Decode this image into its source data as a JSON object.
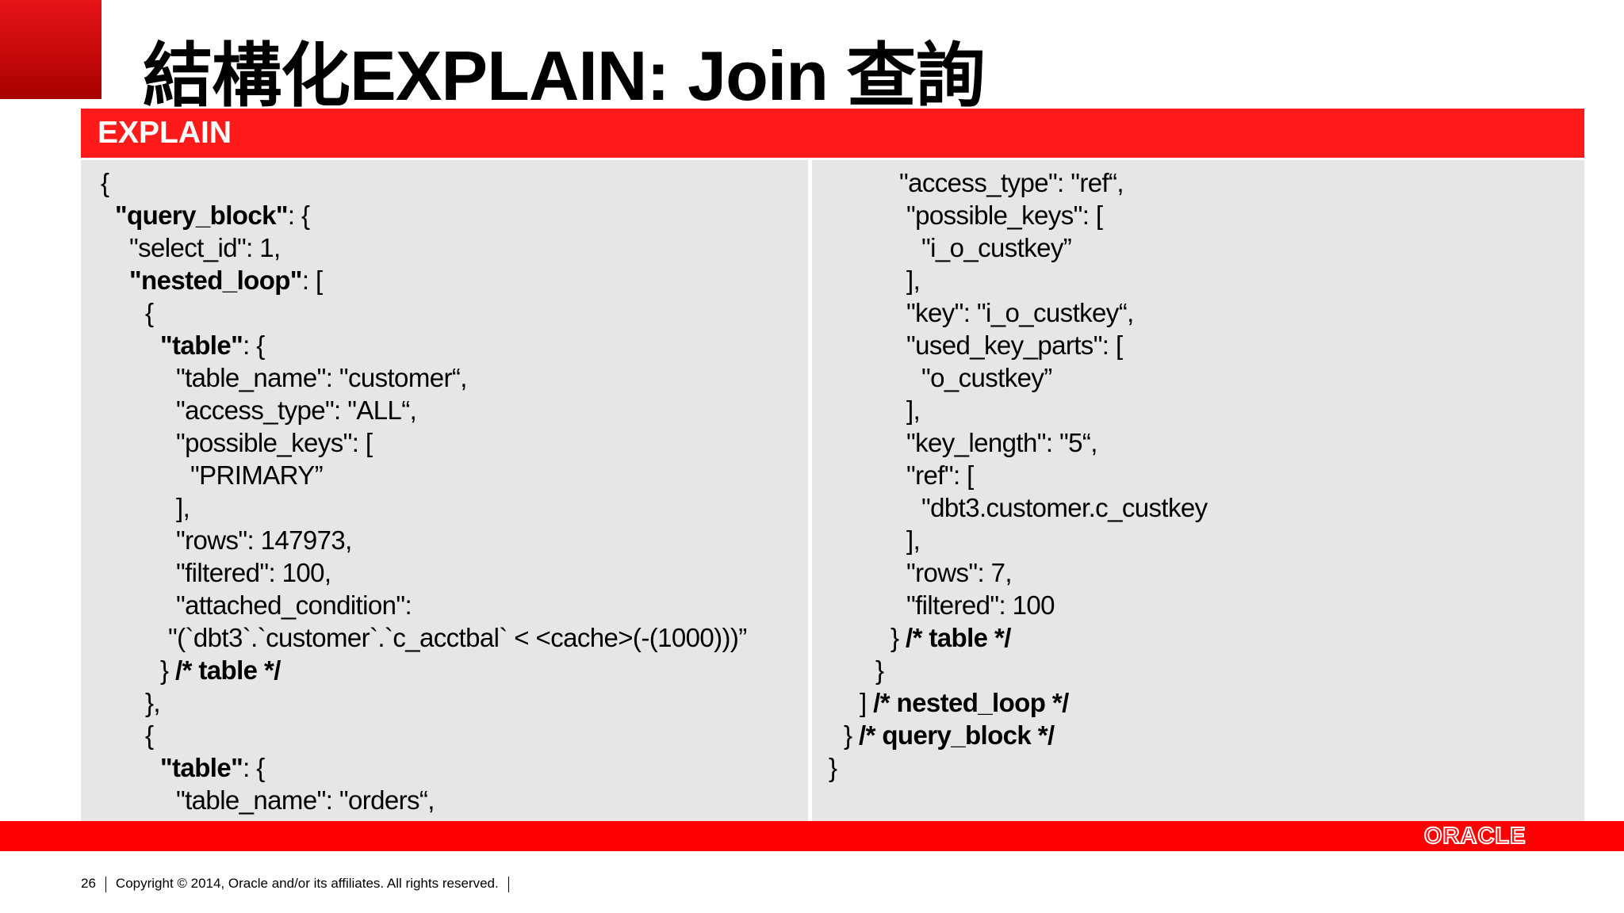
{
  "slide": {
    "title": "結構化EXPLAIN: Join 查詢",
    "header": "EXPLAIN",
    "page_number": "26",
    "copyright": "Copyright © 2014, Oracle and/or its affiliates. All rights reserved.",
    "logo": "ORACLE",
    "accent_color": "#ff1a1a"
  },
  "code": {
    "left": [
      [
        {
          "t": "{"
        }
      ],
      [
        {
          "t": "\"query_block\"",
          "b": true
        },
        {
          "t": ": {"
        }
      ],
      [
        {
          "t": "\"select_id\": 1,"
        }
      ],
      [
        {
          "t": "\"nested_loop\"",
          "b": true
        },
        {
          "t": ": ["
        }
      ],
      [
        {
          "t": "{"
        }
      ],
      [
        {
          "t": "\"table\"",
          "b": true
        },
        {
          "t": ": {"
        }
      ],
      [
        {
          "t": "\"table_name\": \"customer“,"
        }
      ],
      [
        {
          "t": "\"access_type\": \"ALL“,"
        }
      ],
      [
        {
          "t": "\"possible_keys\": ["
        }
      ],
      [
        {
          "t": "\"PRIMARY”"
        }
      ],
      [
        {
          "t": "],"
        }
      ],
      [
        {
          "t": "\"rows\": 147973,"
        }
      ],
      [
        {
          "t": "\"filtered\": 100,"
        }
      ],
      [
        {
          "t": "\"attached_condition\":"
        }
      ],
      [
        {
          "t": "\"(`dbt3`.`customer`.`c_acctbal` < <cache>(-(1000)))”"
        }
      ],
      [
        {
          "t": "} "
        },
        {
          "t": "/* table */",
          "b": true
        }
      ],
      [
        {
          "t": "},"
        }
      ],
      [
        {
          "t": "{"
        }
      ],
      [
        {
          "t": "\"table\"",
          "b": true
        },
        {
          "t": ": {"
        }
      ],
      [
        {
          "t": "\"table_name\": \"orders“,"
        }
      ]
    ],
    "right": [
      [
        {
          "t": "\"access_type\": \"ref“,"
        }
      ],
      [
        {
          "t": "\"possible_keys\": ["
        }
      ],
      [
        {
          "t": "\"i_o_custkey”"
        }
      ],
      [
        {
          "t": "],"
        }
      ],
      [
        {
          "t": "\"key\": \"i_o_custkey“,"
        }
      ],
      [
        {
          "t": "\"used_key_parts\": ["
        }
      ],
      [
        {
          "t": "\"o_custkey”"
        }
      ],
      [
        {
          "t": "],"
        }
      ],
      [
        {
          "t": "\"key_length\": \"5“,"
        }
      ],
      [
        {
          "t": "\"ref\": ["
        }
      ],
      [
        {
          "t": "\"dbt3.customer.c_custkey"
        }
      ],
      [
        {
          "t": "],"
        }
      ],
      [
        {
          "t": "\"rows\": 7,"
        }
      ],
      [
        {
          "t": "\"filtered\": 100"
        }
      ],
      [
        {
          "t": "} "
        },
        {
          "t": "/* table */",
          "b": true
        }
      ],
      [
        {
          "t": "}"
        }
      ],
      [
        {
          "t": "] "
        },
        {
          "t": "/* nested_loop */",
          "b": true
        }
      ],
      [
        {
          "t": "} "
        },
        {
          "t": "/* query_block */",
          "b": true
        }
      ],
      [
        {
          "t": "}"
        }
      ]
    ]
  }
}
